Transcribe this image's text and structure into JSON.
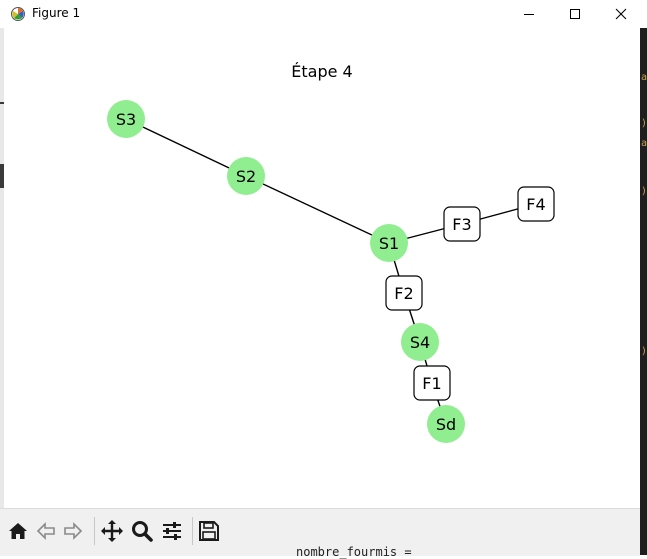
{
  "window": {
    "title": "Figure 1",
    "minimize_icon": "minimize-icon",
    "maximize_icon": "maximize-icon",
    "close_icon": "close-icon",
    "app_icon": "matplotlib-figure-icon"
  },
  "figure": {
    "title": "Étape 4"
  },
  "diagram": {
    "node_color": "#90ee90",
    "edge_color": "#000000",
    "nodes": [
      {
        "id": "S3",
        "label": "S3",
        "kind": "circle"
      },
      {
        "id": "S2",
        "label": "S2",
        "kind": "circle"
      },
      {
        "id": "S1",
        "label": "S1",
        "kind": "circle"
      },
      {
        "id": "S4",
        "label": "S4",
        "kind": "circle"
      },
      {
        "id": "Sd",
        "label": "Sd",
        "kind": "circle"
      },
      {
        "id": "F1",
        "label": "F1",
        "kind": "box"
      },
      {
        "id": "F2",
        "label": "F2",
        "kind": "box"
      },
      {
        "id": "F3",
        "label": "F3",
        "kind": "box"
      },
      {
        "id": "F4",
        "label": "F4",
        "kind": "box"
      }
    ],
    "edges": [
      [
        "S3",
        "S2"
      ],
      [
        "S2",
        "S1"
      ],
      [
        "S1",
        "F3"
      ],
      [
        "F3",
        "F4"
      ],
      [
        "S1",
        "F2"
      ],
      [
        "F2",
        "S4"
      ],
      [
        "S4",
        "F1"
      ],
      [
        "F1",
        "Sd"
      ]
    ]
  },
  "toolbar": {
    "items": [
      {
        "name": "home-icon"
      },
      {
        "name": "back-icon"
      },
      {
        "name": "forward-icon"
      },
      {
        "name": "pan-icon"
      },
      {
        "name": "zoom-icon"
      },
      {
        "name": "configure-subplots-icon"
      },
      {
        "name": "save-icon"
      }
    ]
  },
  "background_code": {
    "text": "nombre_fourmis  ="
  }
}
